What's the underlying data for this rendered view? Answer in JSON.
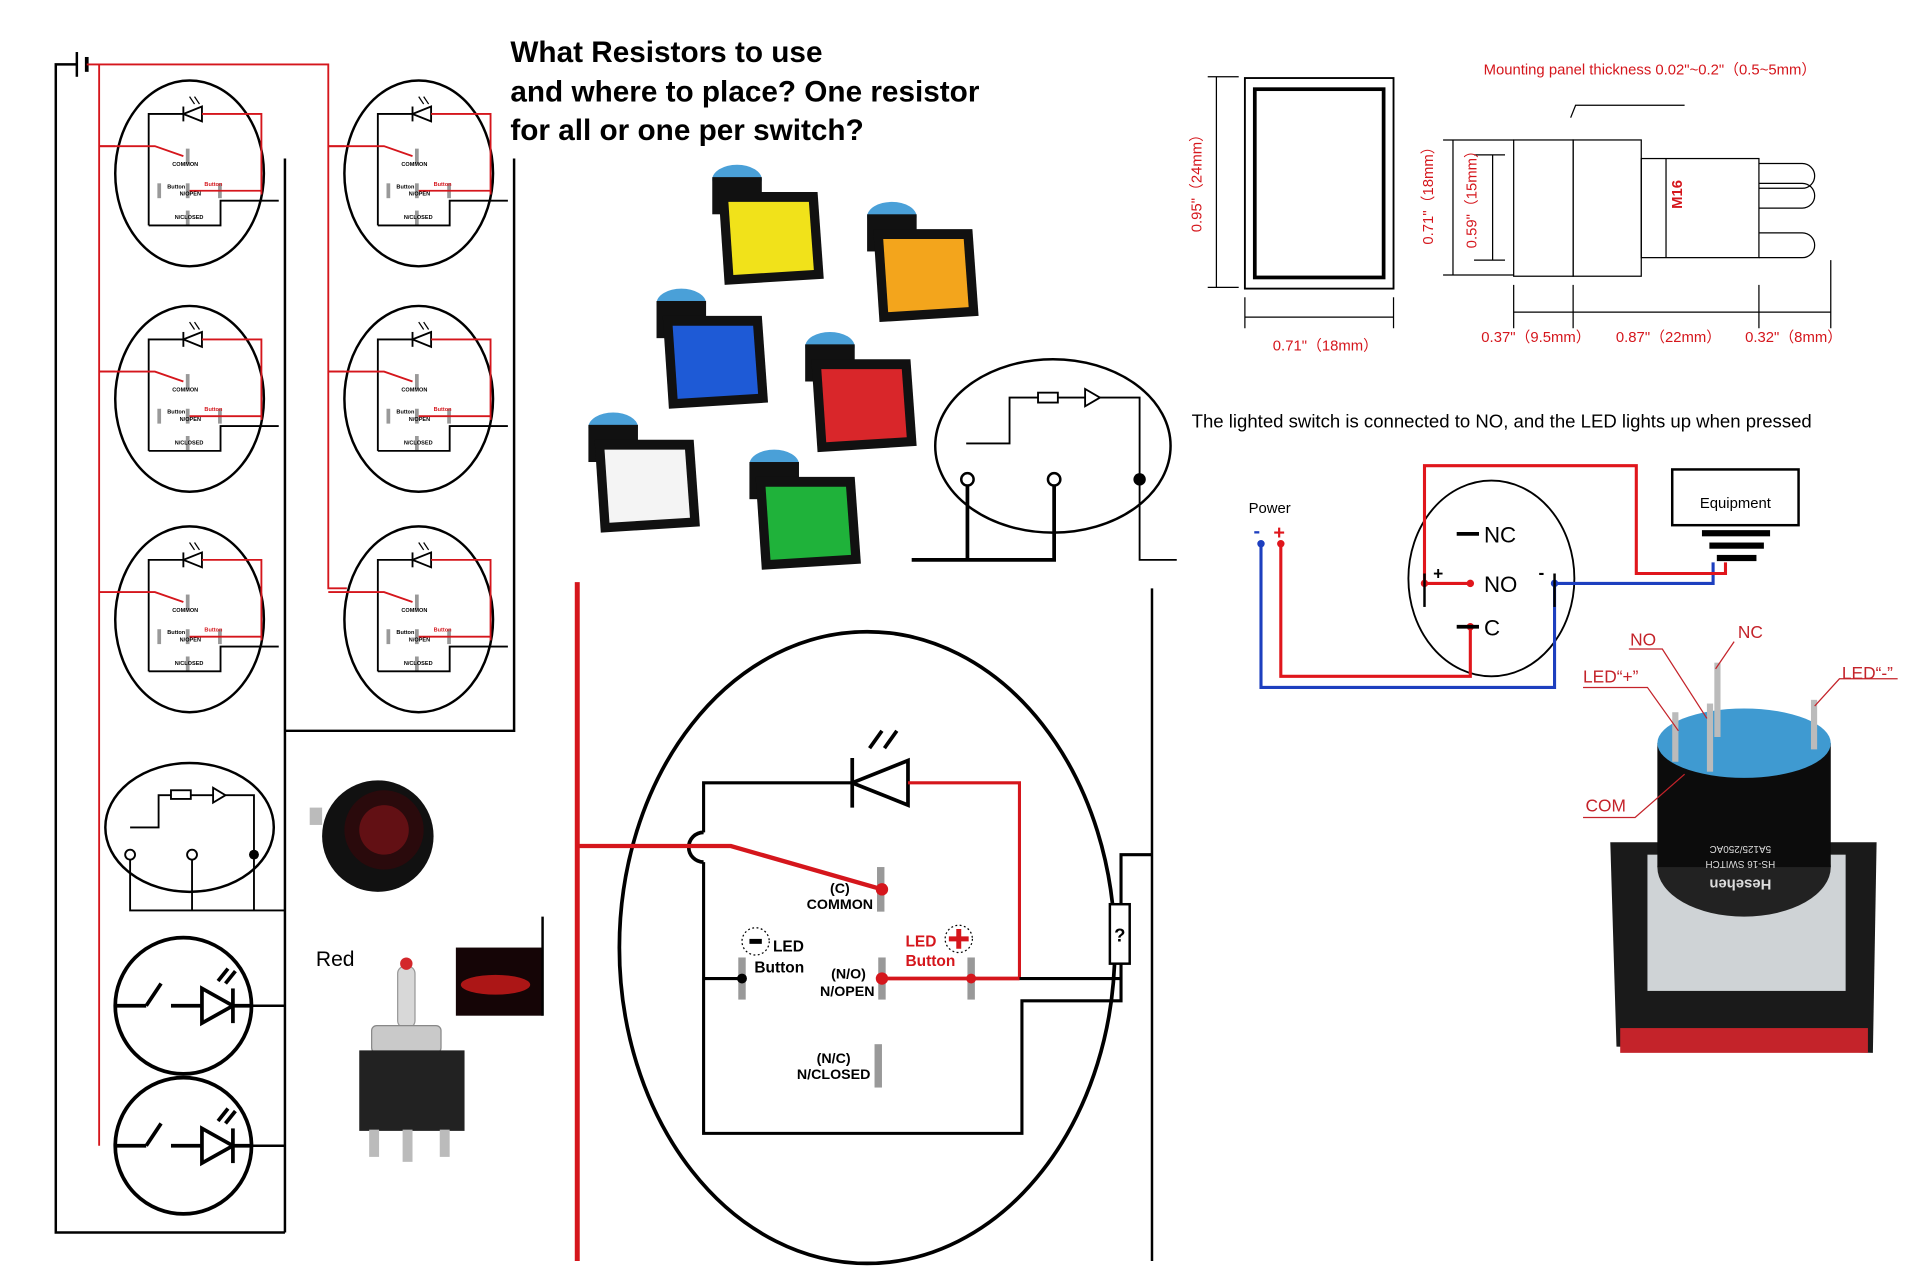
{
  "question": {
    "line1": "What Resistors to use",
    "line2": "and where to place? One resistor",
    "line3": " for all or one per switch?"
  },
  "switch_labels": {
    "common_short": "(C)",
    "common": "COMMON",
    "no_short": "(N/O)",
    "no": "N/OPEN",
    "nc_short": "(N/C)",
    "nc": "N/CLOSED",
    "led": "LED",
    "button": "Button",
    "resistor": "?"
  },
  "toggle_photo": {
    "label": "Red"
  },
  "dimensions": {
    "height_front": "0.95\"（24mm）",
    "width_front": "0.71\"（18mm）",
    "panel_thickness": "Mounting panel thickness 0.02\"~0.2\"（0.5~5mm）",
    "body_height": "0.71\"（18mm）",
    "lens_height": "0.59\"（15mm）",
    "thread": "M16",
    "len_a": "0.37\"（9.5mm）",
    "len_b": "0.87\"（22mm）",
    "len_c": "0.32\"（8mm）"
  },
  "wiring": {
    "caption": "The lighted switch is connected to NO, and the LED lights up when pressed",
    "power": "Power",
    "minus": "-",
    "plus": "+",
    "nc": "NC",
    "no": "NO",
    "c": "C",
    "equipment": "Equipment",
    "colors": {
      "positive": "#e0161c",
      "negative": "#1d3fbf"
    }
  },
  "switch_photo": {
    "labels": {
      "no": "NO",
      "nc": "NC",
      "led_plus": "LED“+”",
      "led_minus": "LED“-”",
      "com": "COM"
    },
    "brand": "Hesehen",
    "model": "HS-16 SWITCH",
    "rating": "5A125/250AC"
  },
  "button_colors": [
    "#f1e21a",
    "#f3a51c",
    "#1e5ad6",
    "#d9262a",
    "#f4f4f4",
    "#1fb23a"
  ]
}
